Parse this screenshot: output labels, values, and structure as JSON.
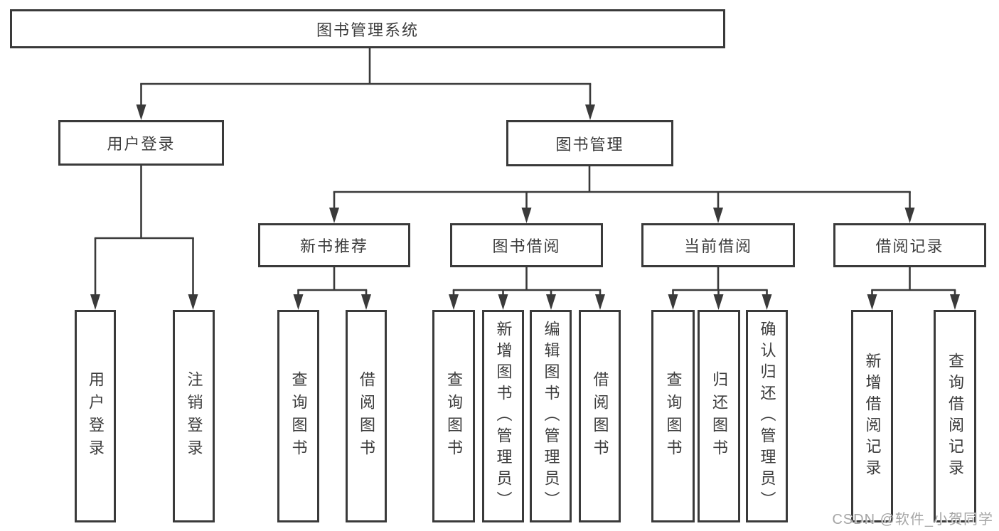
{
  "tree": {
    "label": "图书管理系统",
    "children": [
      {
        "label": "用户登录",
        "children": [
          {
            "label": "用户登录"
          },
          {
            "label": "注销登录"
          }
        ]
      },
      {
        "label": "图书管理",
        "children": [
          {
            "label": "新书推荐",
            "children": [
              {
                "label": "查询图书"
              },
              {
                "label": "借阅图书"
              }
            ]
          },
          {
            "label": "图书借阅",
            "children": [
              {
                "label": "查询图书"
              },
              {
                "label": "新增图书（管理员）"
              },
              {
                "label": "编辑图书（管理员）"
              },
              {
                "label": "借阅图书"
              }
            ]
          },
          {
            "label": "当前借阅",
            "children": [
              {
                "label": "查询图书"
              },
              {
                "label": "归还图书"
              },
              {
                "label": "确认归还（管理员）"
              }
            ]
          },
          {
            "label": "借阅记录",
            "children": [
              {
                "label": "新增借阅记录"
              },
              {
                "label": "查询借阅记录"
              }
            ]
          }
        ]
      }
    ]
  },
  "watermark": {
    "text": "CSDN @软件_小贺同学"
  },
  "colors": {
    "line": "#3a3a3a",
    "text": "#3c3c3c",
    "watermark": "#a5a5a5",
    "background": "#ffffff"
  }
}
